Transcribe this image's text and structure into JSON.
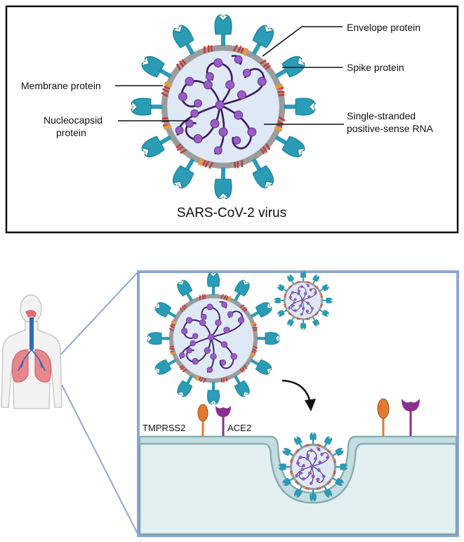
{
  "top_panel": {
    "labels": {
      "envelope": "Envelope protein",
      "spike": "Spike protein",
      "membrane": "Membrane protein",
      "nucleocapsid_1": "Nucleocapsid",
      "nucleocapsid_2": "protein",
      "rna_1": "Single-stranded",
      "rna_2": "positive-sense RNA"
    },
    "title": "SARS-CoV-2 virus"
  },
  "bottom_panel": {
    "labels": {
      "tmprss2": "TMPRSS2",
      "ace2": "ACE2"
    }
  },
  "colors": {
    "spike": "#2a9cb5",
    "spike_dark": "#1c7f96",
    "envelope_ring": "#9c9c9c",
    "membrane_protein": "#c43a3a",
    "envelope_protein": "#e89a3a",
    "capsid_fill": "#dfe8f5",
    "rna": "#3c1b63",
    "nucleocapsid": "#9a5cc7",
    "panel_border": "#8fa7d4",
    "cell_fill": "#e3eff0",
    "tmprss2": "#e07a32",
    "ace2": "#8b2f8f"
  }
}
